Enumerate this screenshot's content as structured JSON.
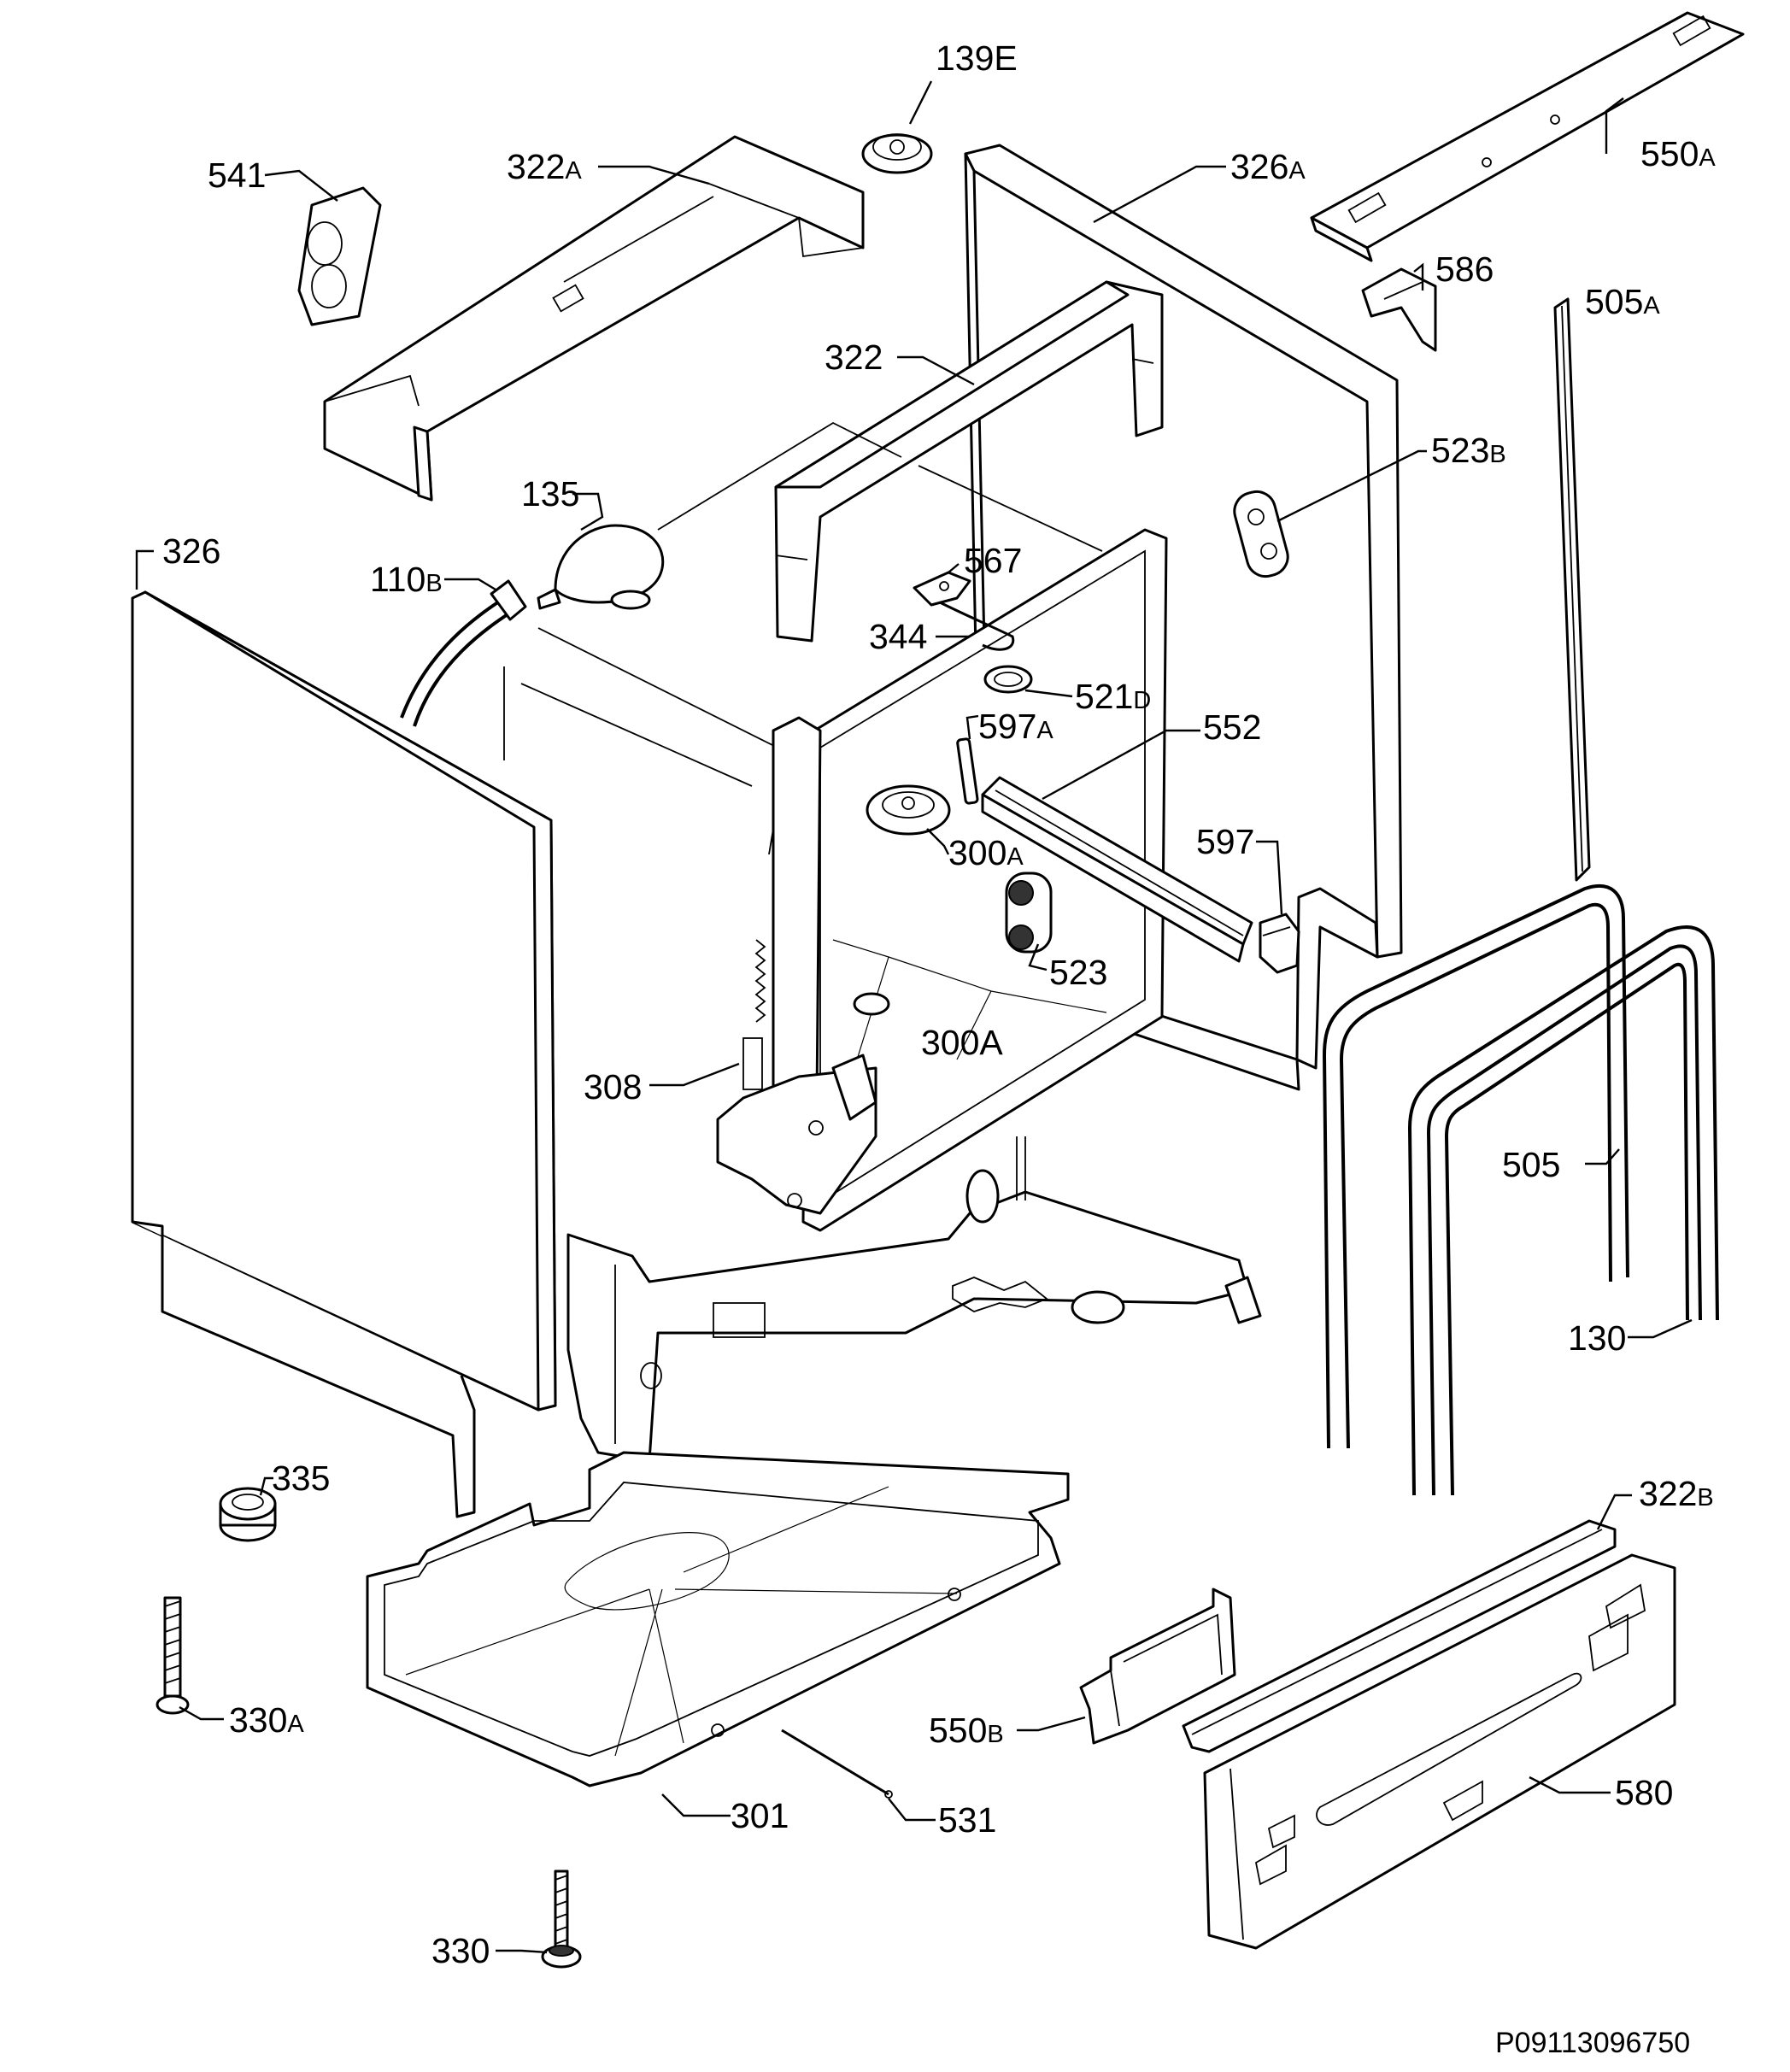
{
  "diagram": {
    "callouts": [
      {
        "id": "139E",
        "num": "139E",
        "suffix": ""
      },
      {
        "id": "541",
        "num": "541",
        "suffix": ""
      },
      {
        "id": "322A",
        "num": "322",
        "suffix": "A"
      },
      {
        "id": "326A",
        "num": "326",
        "suffix": "A"
      },
      {
        "id": "550A",
        "num": "550",
        "suffix": "A"
      },
      {
        "id": "586",
        "num": "586",
        "suffix": ""
      },
      {
        "id": "505A",
        "num": "505",
        "suffix": "A"
      },
      {
        "id": "322",
        "num": "322",
        "suffix": ""
      },
      {
        "id": "523B",
        "num": "523",
        "suffix": "B"
      },
      {
        "id": "135",
        "num": "135",
        "suffix": ""
      },
      {
        "id": "326",
        "num": "326",
        "suffix": ""
      },
      {
        "id": "110B",
        "num": "110",
        "suffix": "B"
      },
      {
        "id": "567",
        "num": "567",
        "suffix": ""
      },
      {
        "id": "344",
        "num": "344",
        "suffix": ""
      },
      {
        "id": "521D",
        "num": "521",
        "suffix": "D"
      },
      {
        "id": "597A",
        "num": "597",
        "suffix": "A"
      },
      {
        "id": "552",
        "num": "552",
        "suffix": ""
      },
      {
        "id": "300A_top",
        "num": "300",
        "suffix": "A"
      },
      {
        "id": "597",
        "num": "597",
        "suffix": ""
      },
      {
        "id": "523",
        "num": "523",
        "suffix": ""
      },
      {
        "id": "300A_bottom",
        "num": "300A",
        "suffix": ""
      },
      {
        "id": "308",
        "num": "308",
        "suffix": ""
      },
      {
        "id": "505",
        "num": "505",
        "suffix": ""
      },
      {
        "id": "130",
        "num": "130",
        "suffix": ""
      },
      {
        "id": "335",
        "num": "335",
        "suffix": ""
      },
      {
        "id": "322B",
        "num": "322",
        "suffix": "B"
      },
      {
        "id": "330A",
        "num": "330",
        "suffix": "A"
      },
      {
        "id": "550B",
        "num": "550",
        "suffix": "B"
      },
      {
        "id": "580",
        "num": "580",
        "suffix": ""
      },
      {
        "id": "301",
        "num": "301",
        "suffix": ""
      },
      {
        "id": "531",
        "num": "531",
        "suffix": ""
      },
      {
        "id": "330",
        "num": "330",
        "suffix": ""
      }
    ],
    "document_code": "P09113096750"
  }
}
